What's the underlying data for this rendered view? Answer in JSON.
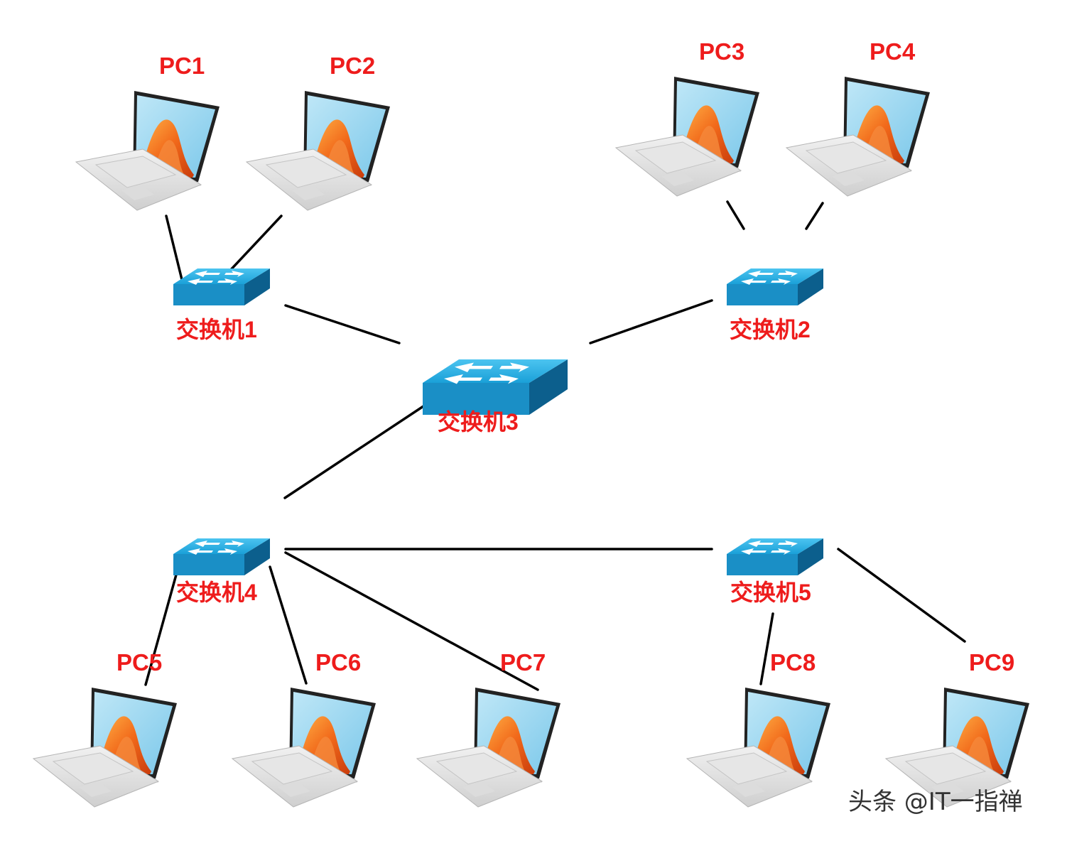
{
  "pcs": [
    {
      "label": "PC1"
    },
    {
      "label": "PC2"
    },
    {
      "label": "PC3"
    },
    {
      "label": "PC4"
    },
    {
      "label": "PC5"
    },
    {
      "label": "PC6"
    },
    {
      "label": "PC7"
    },
    {
      "label": "PC8"
    },
    {
      "label": "PC9"
    }
  ],
  "switches": [
    {
      "label": "交换机1"
    },
    {
      "label": "交换机2"
    },
    {
      "label": "交换机3"
    },
    {
      "label": "交换机4"
    },
    {
      "label": "交换机5"
    }
  ],
  "links": [
    [
      "PC1",
      "交换机1"
    ],
    [
      "PC2",
      "交换机1"
    ],
    [
      "PC3",
      "交换机2"
    ],
    [
      "PC4",
      "交换机2"
    ],
    [
      "交换机1",
      "交换机3"
    ],
    [
      "交换机2",
      "交换机3"
    ],
    [
      "交换机3",
      "交换机4"
    ],
    [
      "交换机4",
      "PC5"
    ],
    [
      "交换机4",
      "PC6"
    ],
    [
      "交换机4",
      "PC7"
    ],
    [
      "交换机4",
      "交换机5"
    ],
    [
      "交换机5",
      "PC8"
    ],
    [
      "交换机5",
      "PC9"
    ]
  ],
  "watermark": "头条 @IT一指禅",
  "colors": {
    "label": "#ee1c1c",
    "switch": "#1aa0d8",
    "line": "#000000"
  }
}
